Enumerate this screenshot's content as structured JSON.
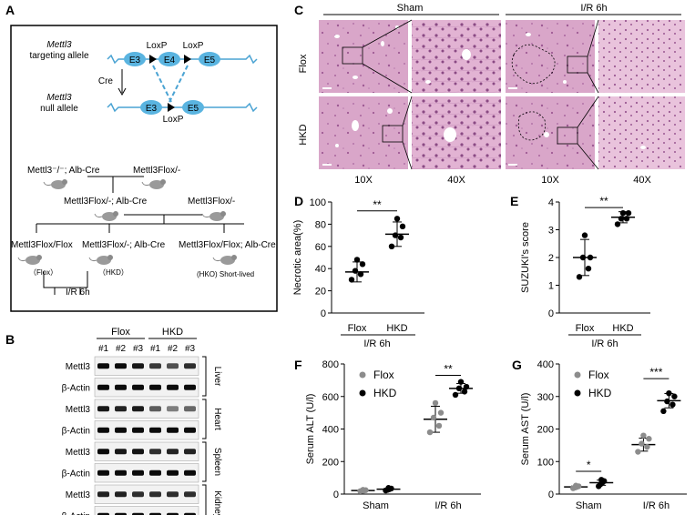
{
  "panel_labels": {
    "A": "A",
    "B": "B",
    "C": "C",
    "D": "D",
    "E": "E",
    "F": "F",
    "G": "G"
  },
  "panelA": {
    "gene": "Mettl3",
    "targeting_allele": "targeting allele",
    "null_allele": "null allele",
    "exons": {
      "e3": "E3",
      "e4": "E4",
      "e5": "E5"
    },
    "loxp": "LoxP",
    "cre": "Cre",
    "breeding": {
      "parent1": "Mettl3⁻/⁻; Alb-Cre",
      "parent2": "Mettl3Flox/-",
      "gen1": "Mettl3Flox/-; Alb-Cre",
      "parent3": "Mettl3Flox/-",
      "off1": "Mettl3Flox/Flox",
      "off2": "Mettl3Flox/-; Alb-Cre",
      "off3": "Mettl3Flox/Flox; Alb-Cre",
      "off1_label": "（Flox）",
      "off2_label": "（HKD）",
      "off3_label": "(HKO) Short-lived",
      "treatment": "I/R 6h"
    }
  },
  "panelB": {
    "groups": [
      "Flox",
      "HKD"
    ],
    "lanes": [
      "#1",
      "#2",
      "#3",
      "#1",
      "#2",
      "#3"
    ],
    "rows": [
      "Mettl3",
      "β-Actin",
      "Mettl3",
      "β-Actin",
      "Mettl3",
      "β-Actin",
      "Mettl3",
      "β-Actin"
    ],
    "tissues": [
      "Liver",
      "Heart",
      "Spleen",
      "Kidney"
    ]
  },
  "panelC": {
    "groups": [
      "Sham",
      "I/R 6h"
    ],
    "rows": [
      "Flox",
      "HKD"
    ],
    "mags": [
      "10X",
      "40X",
      "10X",
      "40X"
    ]
  },
  "chart_data": [
    {
      "type": "scatter",
      "panel": "D",
      "ylabel": "Necrotic area(%)",
      "categories": [
        "Flox",
        "HKD"
      ],
      "group_label": "I/R 6h",
      "ylim": [
        0,
        100
      ],
      "yticks": [
        0,
        20,
        40,
        60,
        80,
        100
      ],
      "series": [
        {
          "values": [
            [
              30,
              35,
              38,
              44,
              48
            ]
          ],
          "color": "#000000"
        },
        {
          "values": [
            [
              60,
              68,
              70,
              78,
              85
            ]
          ],
          "color": "#000000"
        }
      ],
      "points": {
        "Flox": [
          30,
          35,
          38,
          44,
          48
        ],
        "HKD": [
          60,
          68,
          70,
          78,
          85
        ]
      },
      "means": {
        "Flox": 37,
        "HKD": 71
      },
      "sd": {
        "Flox": 9,
        "HKD": 11
      },
      "significance": "**"
    },
    {
      "type": "scatter",
      "panel": "E",
      "ylabel": "SUZUKI's score",
      "categories": [
        "Flox",
        "HKD"
      ],
      "group_label": "I/R 6h",
      "ylim": [
        0,
        4
      ],
      "yticks": [
        0,
        1,
        2,
        3,
        4
      ],
      "points": {
        "Flox": [
          1.3,
          1.6,
          2.0,
          2.0,
          2.8
        ],
        "HKD": [
          3.2,
          3.4,
          3.4,
          3.6,
          3.6
        ]
      },
      "means": {
        "Flox": 2.0,
        "HKD": 3.45
      },
      "sd": {
        "Flox": 0.65,
        "HKD": 0.2
      },
      "significance": "**"
    },
    {
      "type": "scatter",
      "panel": "F",
      "ylabel": "Serum ALT (U/l)",
      "categories": [
        "Sham",
        "I/R 6h"
      ],
      "legend": [
        "Flox",
        "HKD"
      ],
      "colors": {
        "Flox": "#8c8c8c",
        "HKD": "#000000"
      },
      "ylim": [
        0,
        800
      ],
      "yticks": [
        0,
        200,
        400,
        600,
        800
      ],
      "points": {
        "Sham_Flox": [
          18,
          20,
          22,
          24,
          26
        ],
        "Sham_HKD": [
          22,
          26,
          30,
          34,
          38
        ],
        "IR_Flox": [
          380,
          420,
          470,
          500,
          560
        ],
        "IR_HKD": [
          610,
          630,
          650,
          660,
          690
        ]
      },
      "means": {
        "Sham_Flox": 22,
        "Sham_HKD": 30,
        "IR_Flox": 460,
        "IR_HKD": 650
      },
      "sd": {
        "Sham_Flox": 3,
        "Sham_HKD": 6,
        "IR_Flox": 80,
        "IR_HKD": 30
      },
      "significance": {
        "IR": "**"
      }
    },
    {
      "type": "scatter",
      "panel": "G",
      "ylabel": "Serum AST (U/l)",
      "categories": [
        "Sham",
        "I/R 6h"
      ],
      "legend": [
        "Flox",
        "HKD"
      ],
      "colors": {
        "Flox": "#8c8c8c",
        "HKD": "#000000"
      },
      "ylim": [
        0,
        400
      ],
      "yticks": [
        0,
        100,
        200,
        300,
        400
      ],
      "points": {
        "Sham_Flox": [
          18,
          20,
          22,
          24,
          26
        ],
        "Sham_HKD": [
          24,
          30,
          35,
          40,
          44
        ],
        "IR_Flox": [
          130,
          145,
          155,
          170,
          180
        ],
        "IR_HKD": [
          255,
          275,
          285,
          300,
          310
        ]
      },
      "means": {
        "Sham_Flox": 22,
        "Sham_HKD": 35,
        "IR_Flox": 152,
        "IR_HKD": 287
      },
      "sd": {
        "Sham_Flox": 3,
        "Sham_HKD": 8,
        "IR_Flox": 20,
        "IR_HKD": 22
      },
      "significance": {
        "Sham": "*",
        "IR": "***"
      }
    }
  ]
}
